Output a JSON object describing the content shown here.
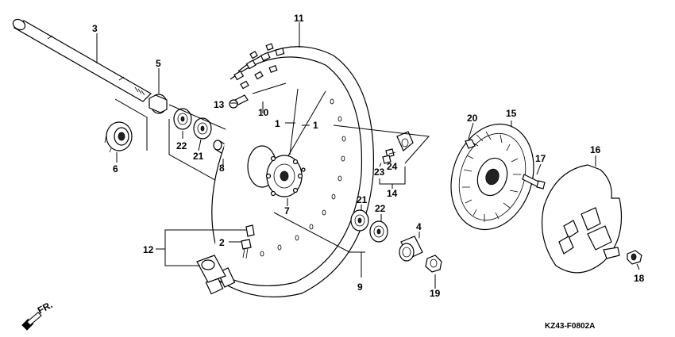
{
  "callouts": {
    "c1a": "1",
    "c1b": "1",
    "c2": "2",
    "c3": "3",
    "c4": "4",
    "c5": "5",
    "c6": "6",
    "c7": "7",
    "c8": "8",
    "c9": "9",
    "c10": "10",
    "c11": "11",
    "c12": "12",
    "c13": "13",
    "c14": "14",
    "c15": "15",
    "c16": "16",
    "c17": "17",
    "c18": "18",
    "c19": "19",
    "c20": "20",
    "c21a": "21",
    "c21b": "21",
    "c22a": "22",
    "c22b": "22",
    "c23": "23",
    "c24": "24"
  },
  "direction_label": "FR.",
  "figure_code": "KZ43-F0802A",
  "icons": {
    "direction": "forward-arrow-icon"
  }
}
